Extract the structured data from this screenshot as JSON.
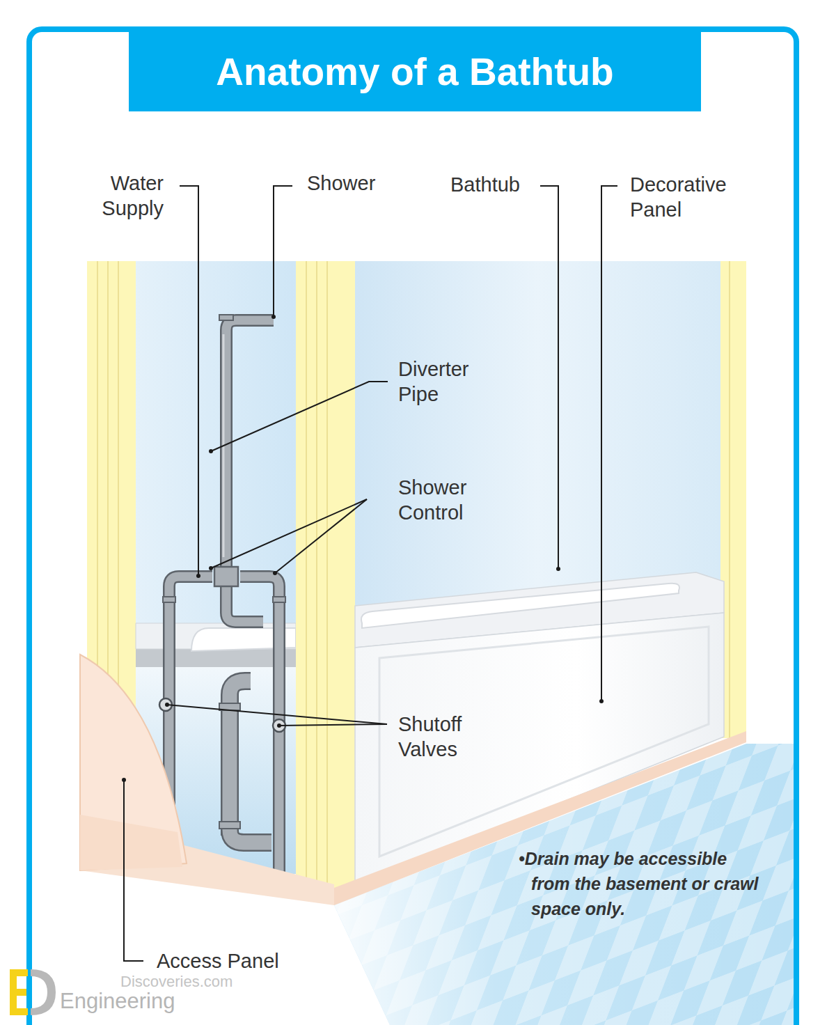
{
  "diagram": {
    "title": "Anatomy of a Bathtub",
    "labels": [
      "Water Supply",
      "Shower",
      "Bathtub",
      "Decorative Panel",
      "Diverter Pipe",
      "Shower Control",
      "Shutoff Valves",
      "Access Panel",
      "•Drain may be accessible from the basement or crawl space only.",
      "Discoveries.com",
      "Engineering"
    ]
  }
}
